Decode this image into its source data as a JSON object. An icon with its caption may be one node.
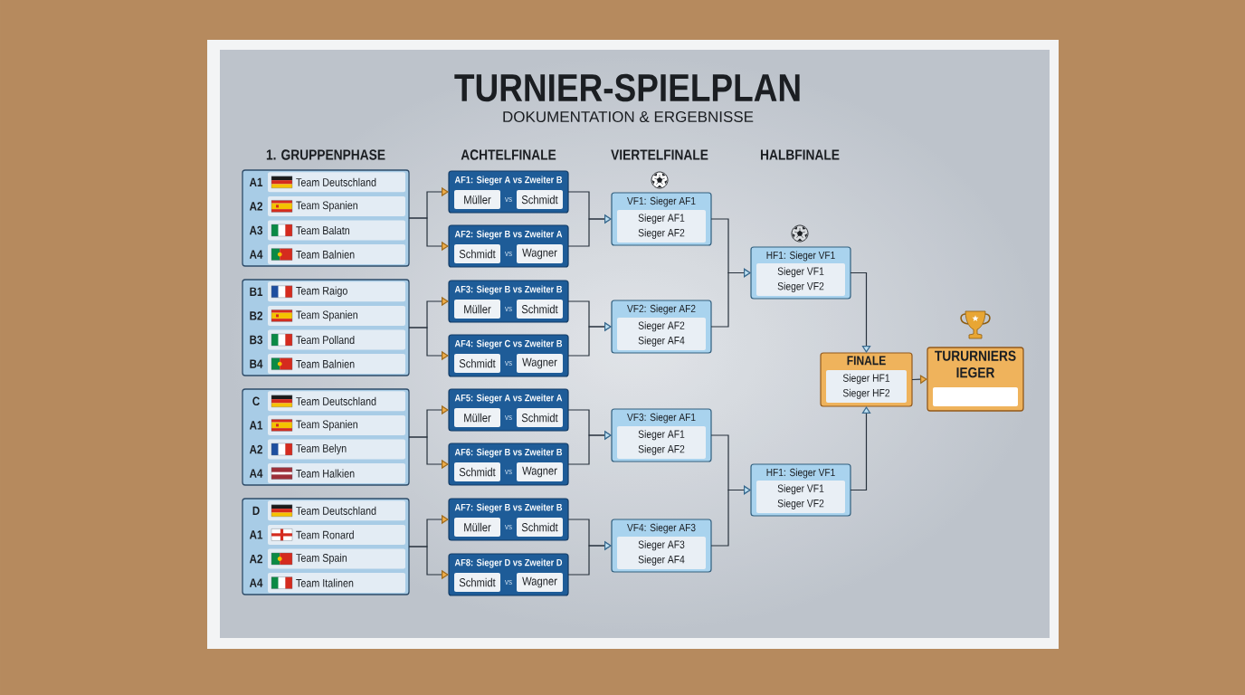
{
  "diagram": {
    "title": "TURNIER-SPIELPLAN",
    "nodes": [
      {
        "text": [],
        "shape": "box"
      },
      {
        "text": [
          "Team Deutschland"
        ],
        "beside": [
          "A1"
        ],
        "in": 0
      },
      {
        "text": [
          "Team Spanien"
        ],
        "beside": [
          "A2"
        ],
        "in": 0
      },
      {
        "text": [
          "Team Balatn"
        ],
        "beside": [
          "A3"
        ],
        "in": 0
      },
      {
        "text": [
          "Team Balnien"
        ],
        "beside": [
          "A4"
        ],
        "in": 0
      },
      {
        "text": [],
        "shape": "box"
      },
      {
        "text": [
          "Team Raigo"
        ],
        "beside": [
          "B1"
        ],
        "in": 5
      },
      {
        "text": [
          "Team Spanien"
        ],
        "beside": [
          "B2"
        ],
        "in": 5
      },
      {
        "text": [
          "Team Polland"
        ],
        "beside": [
          "B3"
        ],
        "in": 5
      },
      {
        "text": [
          "Team Balnien"
        ],
        "beside": [
          "B4"
        ],
        "in": 5
      },
      {
        "text": [],
        "shape": "box"
      },
      {
        "text": [
          "Team Deutschland"
        ],
        "beside": [
          "C"
        ],
        "in": 10
      },
      {
        "text": [
          "Team Spanien"
        ],
        "beside": [
          "A1"
        ],
        "in": 10
      },
      {
        "text": [
          "Team Belyn"
        ],
        "beside": [
          "A2"
        ],
        "in": 10
      },
      {
        "text": [
          "Team Halkien"
        ],
        "beside": [
          "A4"
        ],
        "in": 10
      },
      {
        "text": [],
        "shape": "box"
      },
      {
        "text": [
          "Team Deutschland"
        ],
        "beside": [
          "D"
        ],
        "in": 15
      },
      {
        "text": [
          "Team Ronard"
        ],
        "beside": [
          "A1"
        ],
        "in": 15
      },
      {
        "text": [
          "Team Spain"
        ],
        "beside": [
          "A2"
        ],
        "in": 15
      },
      {
        "text": [
          "Team Italinen"
        ],
        "beside": [
          "A4"
        ],
        "in": 15
      },
      {
        "text": [
          "AF1: Sieger A vs Zweiter B",
          "vs"
        ]
      },
      {
        "text": [
          "Müller"
        ],
        "in": 20
      },
      {
        "text": [
          "Schmidt"
        ],
        "in": 20
      },
      {
        "text": [
          "AF2: Sieger B vs Zweiter A",
          "vs"
        ]
      },
      {
        "text": [
          "Schmidt"
        ],
        "in": 23
      },
      {
        "text": [
          "Wagner"
        ],
        "in": 23
      },
      {
        "text": [
          "AF3: Sieger B vs Zweiter B",
          "vs"
        ]
      },
      {
        "text": [
          "Müller"
        ],
        "in": 26
      },
      {
        "text": [
          "Schmidt"
        ],
        "in": 26
      },
      {
        "text": [
          "AF4: Sieger C vs Zweiter B",
          "vs"
        ]
      },
      {
        "text": [
          "Schmidt"
        ],
        "in": 29
      },
      {
        "text": [
          "Wagner"
        ],
        "in": 29
      },
      {
        "text": [
          "AF5: Sieger A vs Zweiter A",
          "vs"
        ]
      },
      {
        "text": [
          "Müller"
        ],
        "in": 32
      },
      {
        "text": [
          "Schmidt"
        ],
        "in": 32
      },
      {
        "text": [
          "AF6: Sieger B vs Zweiter B",
          "vs"
        ]
      },
      {
        "text": [
          "Schmidt"
        ],
        "in": 35
      },
      {
        "text": [
          "Wagner"
        ],
        "in": 35
      },
      {
        "text": [
          "AF7: Sieger B vs Zweiter B",
          "vs"
        ]
      },
      {
        "text": [
          "Müller"
        ],
        "in": 38
      },
      {
        "text": [
          "Schmidt"
        ],
        "in": 38
      },
      {
        "text": [
          "AF8: Sieger D vs Zweiter D",
          "vs"
        ]
      },
      {
        "text": [
          "Schmidt"
        ],
        "in": 41
      },
      {
        "text": [
          "Wagner"
        ],
        "in": 41
      },
      {
        "text": [
          "VF1: Sieger AF1"
        ]
      },
      {
        "text": [
          "Sieger AF1",
          "Sieger AF2"
        ],
        "in": 44
      },
      {
        "text": [
          "VF2: Sieger AF2"
        ]
      },
      {
        "text": [
          "Sieger AF2",
          "Sieger AF4"
        ],
        "in": 46
      },
      {
        "text": [
          "VF3: Sieger AF1"
        ]
      },
      {
        "text": [
          "Sieger AF1",
          "Sieger AF2"
        ],
        "in": 48
      },
      {
        "text": [
          "VF4: Sieger AF3"
        ]
      },
      {
        "text": [
          "Sieger AF3",
          "Sieger AF4"
        ],
        "in": 50
      },
      {
        "text": [
          "HF1: Sieger VF1"
        ]
      },
      {
        "text": [
          "Sieger VF1",
          "Sieger VF2"
        ],
        "in": 52
      },
      {
        "text": [
          "HF1: Sieger VF1"
        ]
      },
      {
        "text": [
          "Sieger VF1",
          "Sieger VF2"
        ],
        "in": 54
      },
      {
        "text": [
          "FINALE"
        ]
      },
      {
        "text": [
          "Sieger HF1",
          "Sieger HF2"
        ],
        "in": 56
      },
      {
        "text": [
          "TURURNIERS IEGER"
        ]
      },
      {
        "text": [],
        "shape": "box",
        "in": 58
      }
    ],
    "edges": [
      {
        "from": 0,
        "to": 20,
        "arrow": "to"
      },
      {
        "from": 0,
        "to": 23,
        "arrow": "to"
      },
      {
        "from": 5,
        "to": 26,
        "arrow": "to"
      },
      {
        "from": 5,
        "to": 29,
        "arrow": "to"
      },
      {
        "from": 10,
        "to": 32,
        "arrow": "to"
      },
      {
        "from": 10,
        "to": 35,
        "arrow": "to"
      },
      {
        "from": 15,
        "to": 38,
        "arrow": "to"
      },
      {
        "from": 15,
        "to": 41,
        "arrow": "to"
      },
      {
        "from": 20,
        "to": 44,
        "arrow": "to"
      },
      {
        "from": 23,
        "to": 44,
        "arrow": "to"
      },
      {
        "from": 26,
        "to": 46,
        "arrow": "to"
      },
      {
        "from": 29,
        "to": 46,
        "arrow": "to"
      },
      {
        "from": 32,
        "to": 48,
        "arrow": "to"
      },
      {
        "from": 35,
        "to": 48,
        "arrow": "to"
      },
      {
        "from": 38,
        "to": 50,
        "arrow": "to"
      },
      {
        "from": 41,
        "to": 50,
        "arrow": "to"
      },
      {
        "from": 44,
        "to": 52,
        "arrow": "to"
      },
      {
        "from": 46,
        "to": 52,
        "arrow": "to"
      },
      {
        "from": 48,
        "to": 54,
        "arrow": "to"
      },
      {
        "from": 50,
        "to": 54,
        "arrow": "to"
      },
      {
        "from": 52,
        "to": 56,
        "arrow": "to"
      },
      {
        "from": 54,
        "to": 56,
        "arrow": "to"
      },
      {
        "from": 56,
        "to": 58,
        "arrow": "to"
      }
    ],
    "labels": [
      "DOKUMENTATION & ERGEBNISSE",
      "1. GRUPPENPHASE",
      "ACHTELFINALE",
      "VIERTELFINALE",
      "HALBFINALE"
    ]
  }
}
